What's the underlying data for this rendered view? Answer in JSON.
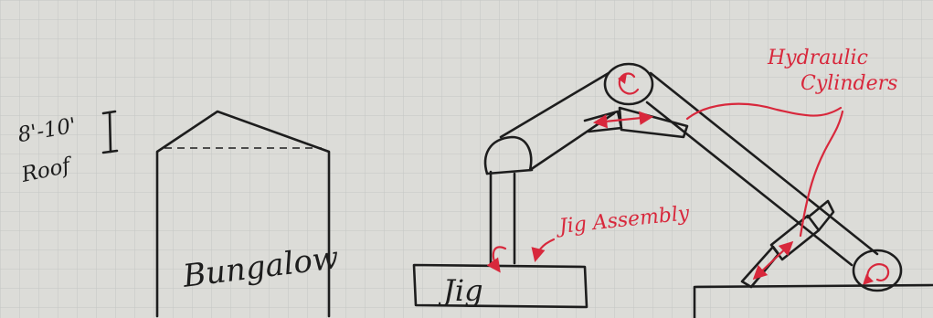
{
  "labels": {
    "roof": "8'-10' Roof",
    "building": "Bungalow",
    "jig": "Jig",
    "jig_assembly": "Jig Assembly",
    "hydraulic_line1": "Hydraulic",
    "hydraulic_line2": "Cylinders"
  },
  "colors": {
    "paper": "#dcdcd8",
    "grid": "#c4c6c4",
    "ink": "#1d1d1d",
    "annotation": "#d8283c"
  }
}
